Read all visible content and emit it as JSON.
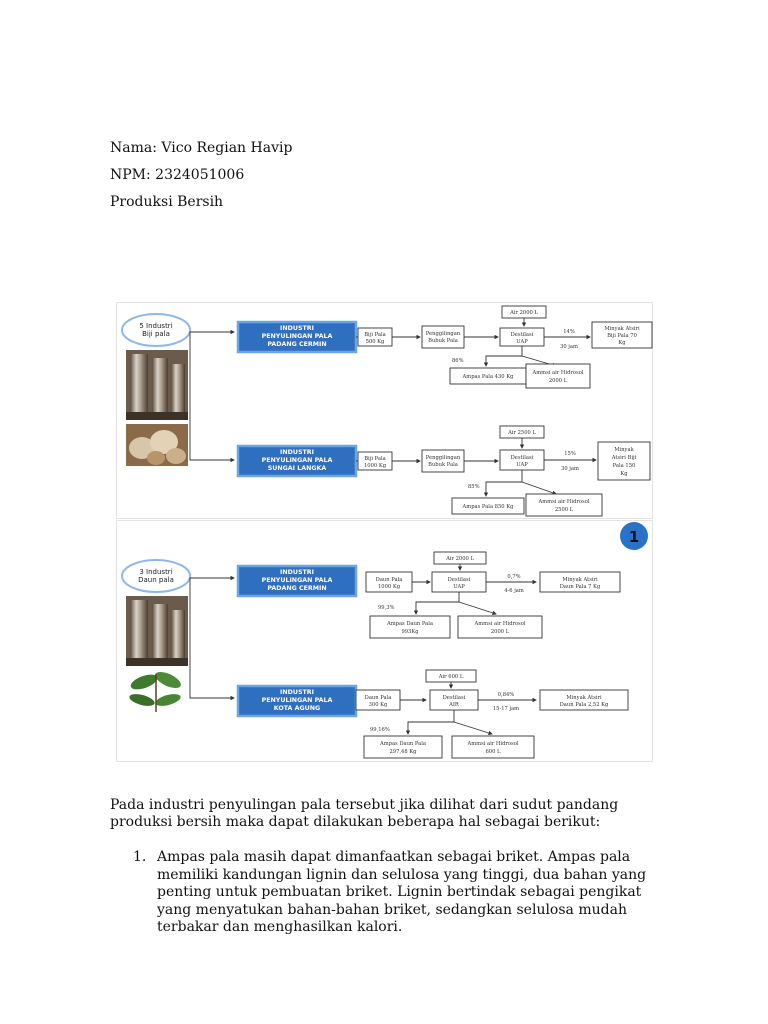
{
  "header": {
    "name": "Nama: Vico Regian Havip",
    "npm": "NPM: 2324051006",
    "subject": "Produksi Bersih"
  },
  "figure": {
    "badge": "1",
    "top_section": {
      "label_line1": "5 Industri",
      "label_line2": "Biji pala",
      "rows": [
        {
          "title": [
            "INDUSTRI",
            "PENYULINGAN PALA",
            "PADANG CERMIN"
          ],
          "input": [
            "Biji Pala",
            "500 Kg"
          ],
          "grind": [
            "Penggilingan",
            "Bubuk Pala"
          ],
          "water": "Air 2000 L",
          "distill": [
            "Destilasi",
            "UAP"
          ],
          "pct_oil": "14%",
          "time": "30 jam",
          "oil": [
            "Minyak Atsiri",
            "Biji Pala 70",
            "Kg"
          ],
          "pct_waste": "86%",
          "waste": "Ampas Pala 430 Kg",
          "hydrosol": [
            "Ammsi air Hidrosol",
            "2000 L"
          ]
        },
        {
          "title": [
            "INDUSTRI",
            "PENYULINGAN PALA",
            "SUNGAI LANGKA"
          ],
          "input": [
            "Biji Pala",
            "1000 Kg"
          ],
          "grind": [
            "Penggilingan",
            "Bubuk Pala"
          ],
          "water": "Air 2500 L",
          "distill": [
            "Destilasi",
            "UAP"
          ],
          "pct_oil": "15%",
          "time": "30 jam",
          "oil": [
            "Minyak",
            "Atsiri Biji",
            "Pala 150",
            "Kg"
          ],
          "pct_waste": "85%",
          "waste": "Ampas Pala 850 Kg",
          "hydrosol": [
            "Ammsi air Hidrosol",
            "2500 L"
          ]
        }
      ]
    },
    "bottom_section": {
      "label_line1": "3 Industri",
      "label_line2": "Daun pala",
      "rows": [
        {
          "title": [
            "INDUSTRI",
            "PENYULINGAN PALA",
            "PADANG CERMIN"
          ],
          "input": [
            "Daun Pala",
            "1000 Kg"
          ],
          "water": "Air 2000 L",
          "distill": [
            "Destilasi",
            "UAP"
          ],
          "pct_oil": "0,7%",
          "time": "4-6 jam",
          "oil": [
            "Minyak Atsiri",
            "Daun Pala 7 Kg"
          ],
          "pct_waste": "99,3%",
          "waste": [
            "Ampas Daun Pala",
            "993Kg"
          ],
          "hydrosol": [
            "Ammsi air Hidrosol",
            "2000 L"
          ]
        },
        {
          "title": [
            "INDUSTRI",
            "PENYULINGAN PALA",
            "KOTA AGUNG"
          ],
          "input": [
            "Daun Pala",
            "300 Kg"
          ],
          "water": "Air 600 L",
          "distill": [
            "Destilasi",
            "AIR"
          ],
          "pct_oil": "0,84%",
          "time": "15-17 jam",
          "oil": [
            "Minyak Atsiri",
            "Daun Pala 2,52 Kg"
          ],
          "pct_waste": "99,16%",
          "waste": [
            "Ampas Daun Pala",
            "297,48 Kg"
          ],
          "hydrosol": [
            "Ammsi air Hidrosol",
            "600 L"
          ]
        }
      ]
    }
  },
  "body": {
    "intro": "Pada industri penyulingan pala tersebut jika dilihat dari sudut pandang produksi bersih maka dapat dilakukan beberapa hal sebagai berikut:",
    "list": [
      {
        "num": "1.",
        "text": "Ampas pala masih dapat dimanfaatkan sebagai briket. Ampas pala memiliki kandungan lignin dan selulosa yang tinggi, dua bahan yang penting untuk pembuatan briket. Lignin bertindak sebagai pengikat yang menyatukan bahan-bahan briket, sedangkan selulosa mudah terbakar dan menghasilkan kalori."
      }
    ]
  },
  "colors": {
    "blue_box": "#2f6fc0",
    "blue_outline": "#6fa4e4",
    "badge": "#2a72c8",
    "ellipse_outline": "#8fb8e8"
  }
}
